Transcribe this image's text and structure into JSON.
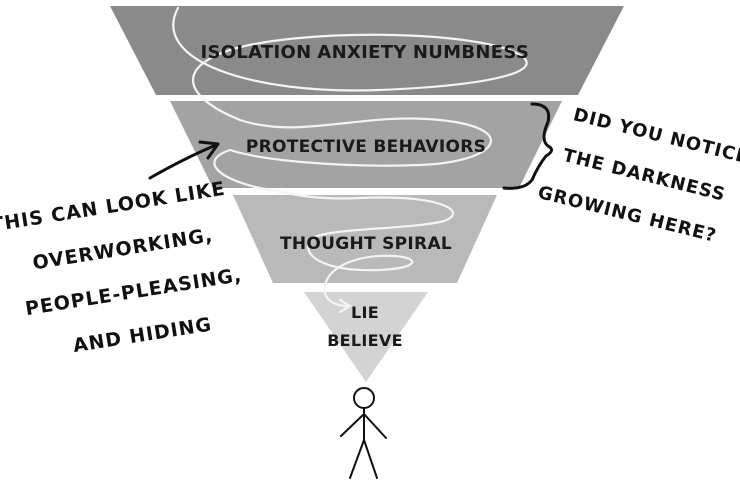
{
  "diagram": {
    "tier1": {
      "labels": [
        "ISOLATION",
        "ANXIETY",
        "NUMBNESS"
      ]
    },
    "tier2": {
      "label": "PROTECTIVE  BEHAVIORS"
    },
    "tier3": {
      "label": "THOUGHT  SPIRAL"
    },
    "tier4": {
      "label_line1": "LIE",
      "label_line2": "BELIEVE"
    },
    "left_note": [
      "THIS CAN LOOK LIKE",
      "OVERWORKING,",
      "PEOPLE-PLEASING,",
      "AND HIDING"
    ],
    "right_note": [
      "DID YOU NOTICE",
      "THE DARKNESS",
      "GROWING HERE?"
    ],
    "colors": {
      "tier1": "#8a8a8a",
      "tier2": "#a3a3a3",
      "tier3": "#b9b9b9",
      "tier4": "#d3d3d3",
      "ink": "#111111"
    }
  }
}
